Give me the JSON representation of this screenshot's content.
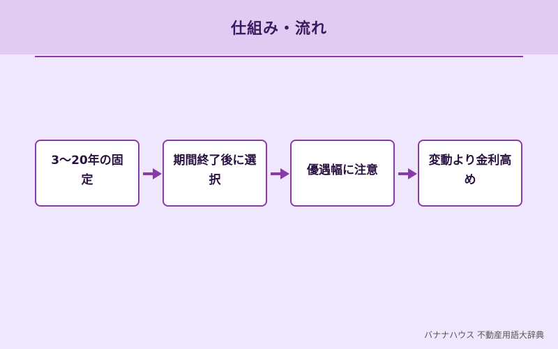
{
  "header": {
    "title": "仕組み・流れ"
  },
  "flow": {
    "steps": [
      {
        "label": "3〜20年の固定"
      },
      {
        "label": "期間終了後に選択"
      },
      {
        "label": "優遇幅に注意"
      },
      {
        "label": "変動より金利高め"
      }
    ]
  },
  "footer": {
    "credit": "バナナハウス 不動産用語大辞典"
  },
  "colors": {
    "background": "#efe7fd",
    "header_band": "#e1cbf2",
    "accent": "#8a3aa6",
    "box_fill": "#ffffff",
    "text_dark": "#2a1240"
  }
}
